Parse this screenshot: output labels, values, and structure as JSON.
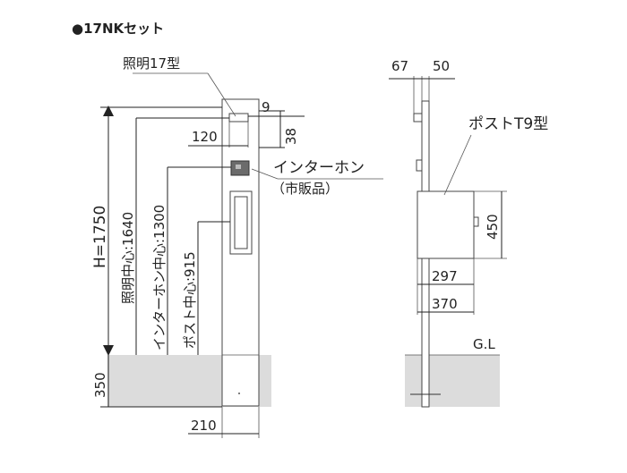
{
  "title": "●17NKセット",
  "front_view": {
    "light_label": "照明17型",
    "light_dim_width": "120",
    "light_dim_9": "9",
    "light_dim_38": "38",
    "intercom_label": "インターホン",
    "intercom_sub": "（市販品）",
    "height_label": "H=1750",
    "light_center_label": "照明中心:1640",
    "intercom_center_label": "インターホン中心:1300",
    "post_center_label": "ポスト中心:915",
    "burial_label": "350",
    "base_width_label": "210"
  },
  "side_view": {
    "top_dim_left": "67",
    "top_dim_right": "50",
    "post_label": "ポストT9型",
    "box_height_label": "450",
    "box_depth_label": "297",
    "box_total_label": "370",
    "ground_label": "G.L"
  }
}
